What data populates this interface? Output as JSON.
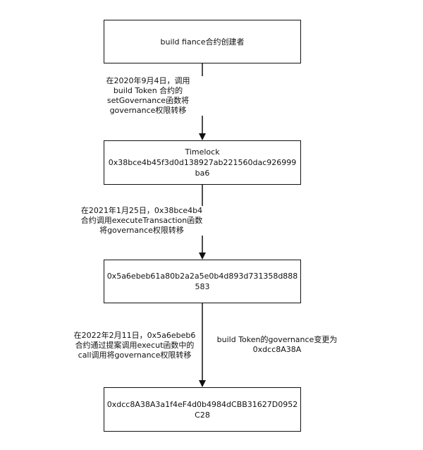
{
  "nodes": [
    {
      "lines": [
        "build fiance合约创建者"
      ]
    },
    {
      "lines": [
        "Timelock",
        "0x38bce4b45f3d0d138927ab221560dac926999",
        "ba6"
      ]
    },
    {
      "lines": [
        "0x5a6ebeb61a80b2a2a5e0b4d893d731358d888",
        "583"
      ]
    },
    {
      "lines": [
        "0xdcc8A38A3a1f4eF4d0b4984dCBB31627D0952",
        "C28"
      ]
    }
  ],
  "edge_labels": [
    {
      "lines": [
        "在2020年9月4日，调用",
        "build Token 合约的",
        "setGovernance函数将",
        "governance权限转移"
      ]
    },
    {
      "lines": [
        "在2021年1月25日，0x38bce4b4",
        "合约调用executeTransaction函数",
        "将governance权限转移"
      ]
    },
    {
      "lines": [
        "在2022年2月11日，0x5a6ebeb6",
        "合约通过提案调用execut函数中的",
        "call调用将governance权限转移"
      ]
    }
  ],
  "note": {
    "lines": [
      "build Token的governance变更为",
      "0xdcc8A38A"
    ]
  }
}
